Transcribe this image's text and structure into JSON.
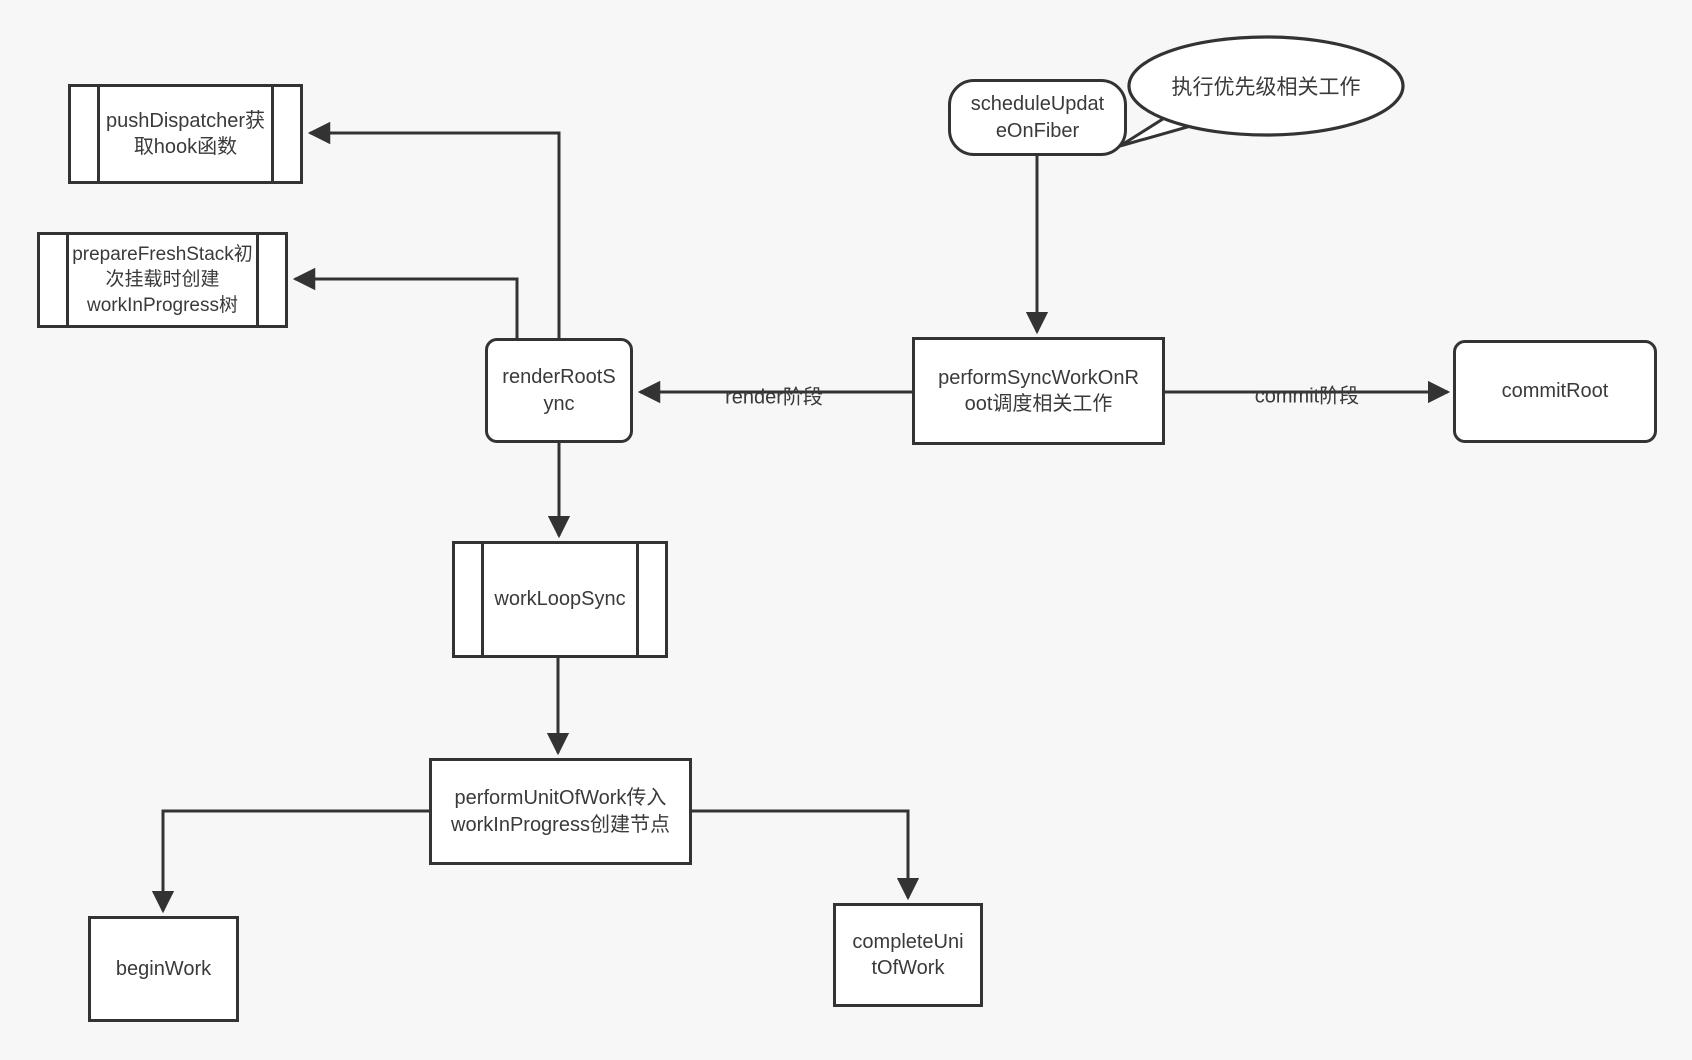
{
  "diagram": {
    "title_hint": "React sync render flow",
    "colors": {
      "background": "#f7f7f7",
      "line": "#333333",
      "node_fill": "#ffffff",
      "text": "#3a3a3a"
    },
    "nodes": {
      "push_dispatcher": {
        "label": "pushDispatcher获\n取hook函数"
      },
      "prepare_fresh_stack": {
        "label": "prepareFreshStack初\n次挂载时创建\nworkInProgress树"
      },
      "render_root_sync": {
        "label": "renderRootS\nync"
      },
      "schedule_update_on_fiber": {
        "label": "scheduleUpdat\neOnFiber"
      },
      "perform_sync_work_on_root": {
        "label": "performSyncWorkOnR\noot调度相关工作"
      },
      "commit_root": {
        "label": "commitRoot"
      },
      "work_loop_sync": {
        "label": "workLoopSync"
      },
      "perform_unit_of_work": {
        "label": "performUnitOfWork传入\nworkInProgress创建节点"
      },
      "begin_work": {
        "label": "beginWork"
      },
      "complete_unit_of_work": {
        "label": "completeUni\ntOfWork"
      }
    },
    "edge_labels": {
      "render_phase": "render阶段",
      "commit_phase": "commit阶段"
    },
    "callout": {
      "text": "执行优先级相关工作"
    }
  }
}
